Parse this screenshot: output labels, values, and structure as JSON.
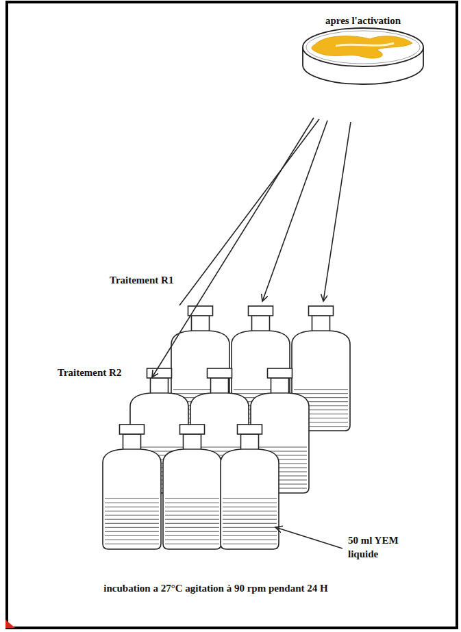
{
  "diagram": {
    "nodes": [
      {
        "text": [
          "apres l'activation"
        ]
      }
    ],
    "labels": [
      "Traitement R1",
      "Traitement R2",
      "50 ml YEM liquide",
      "incubation a 27°C agitation à 90 rpm pendant 24 H"
    ]
  }
}
